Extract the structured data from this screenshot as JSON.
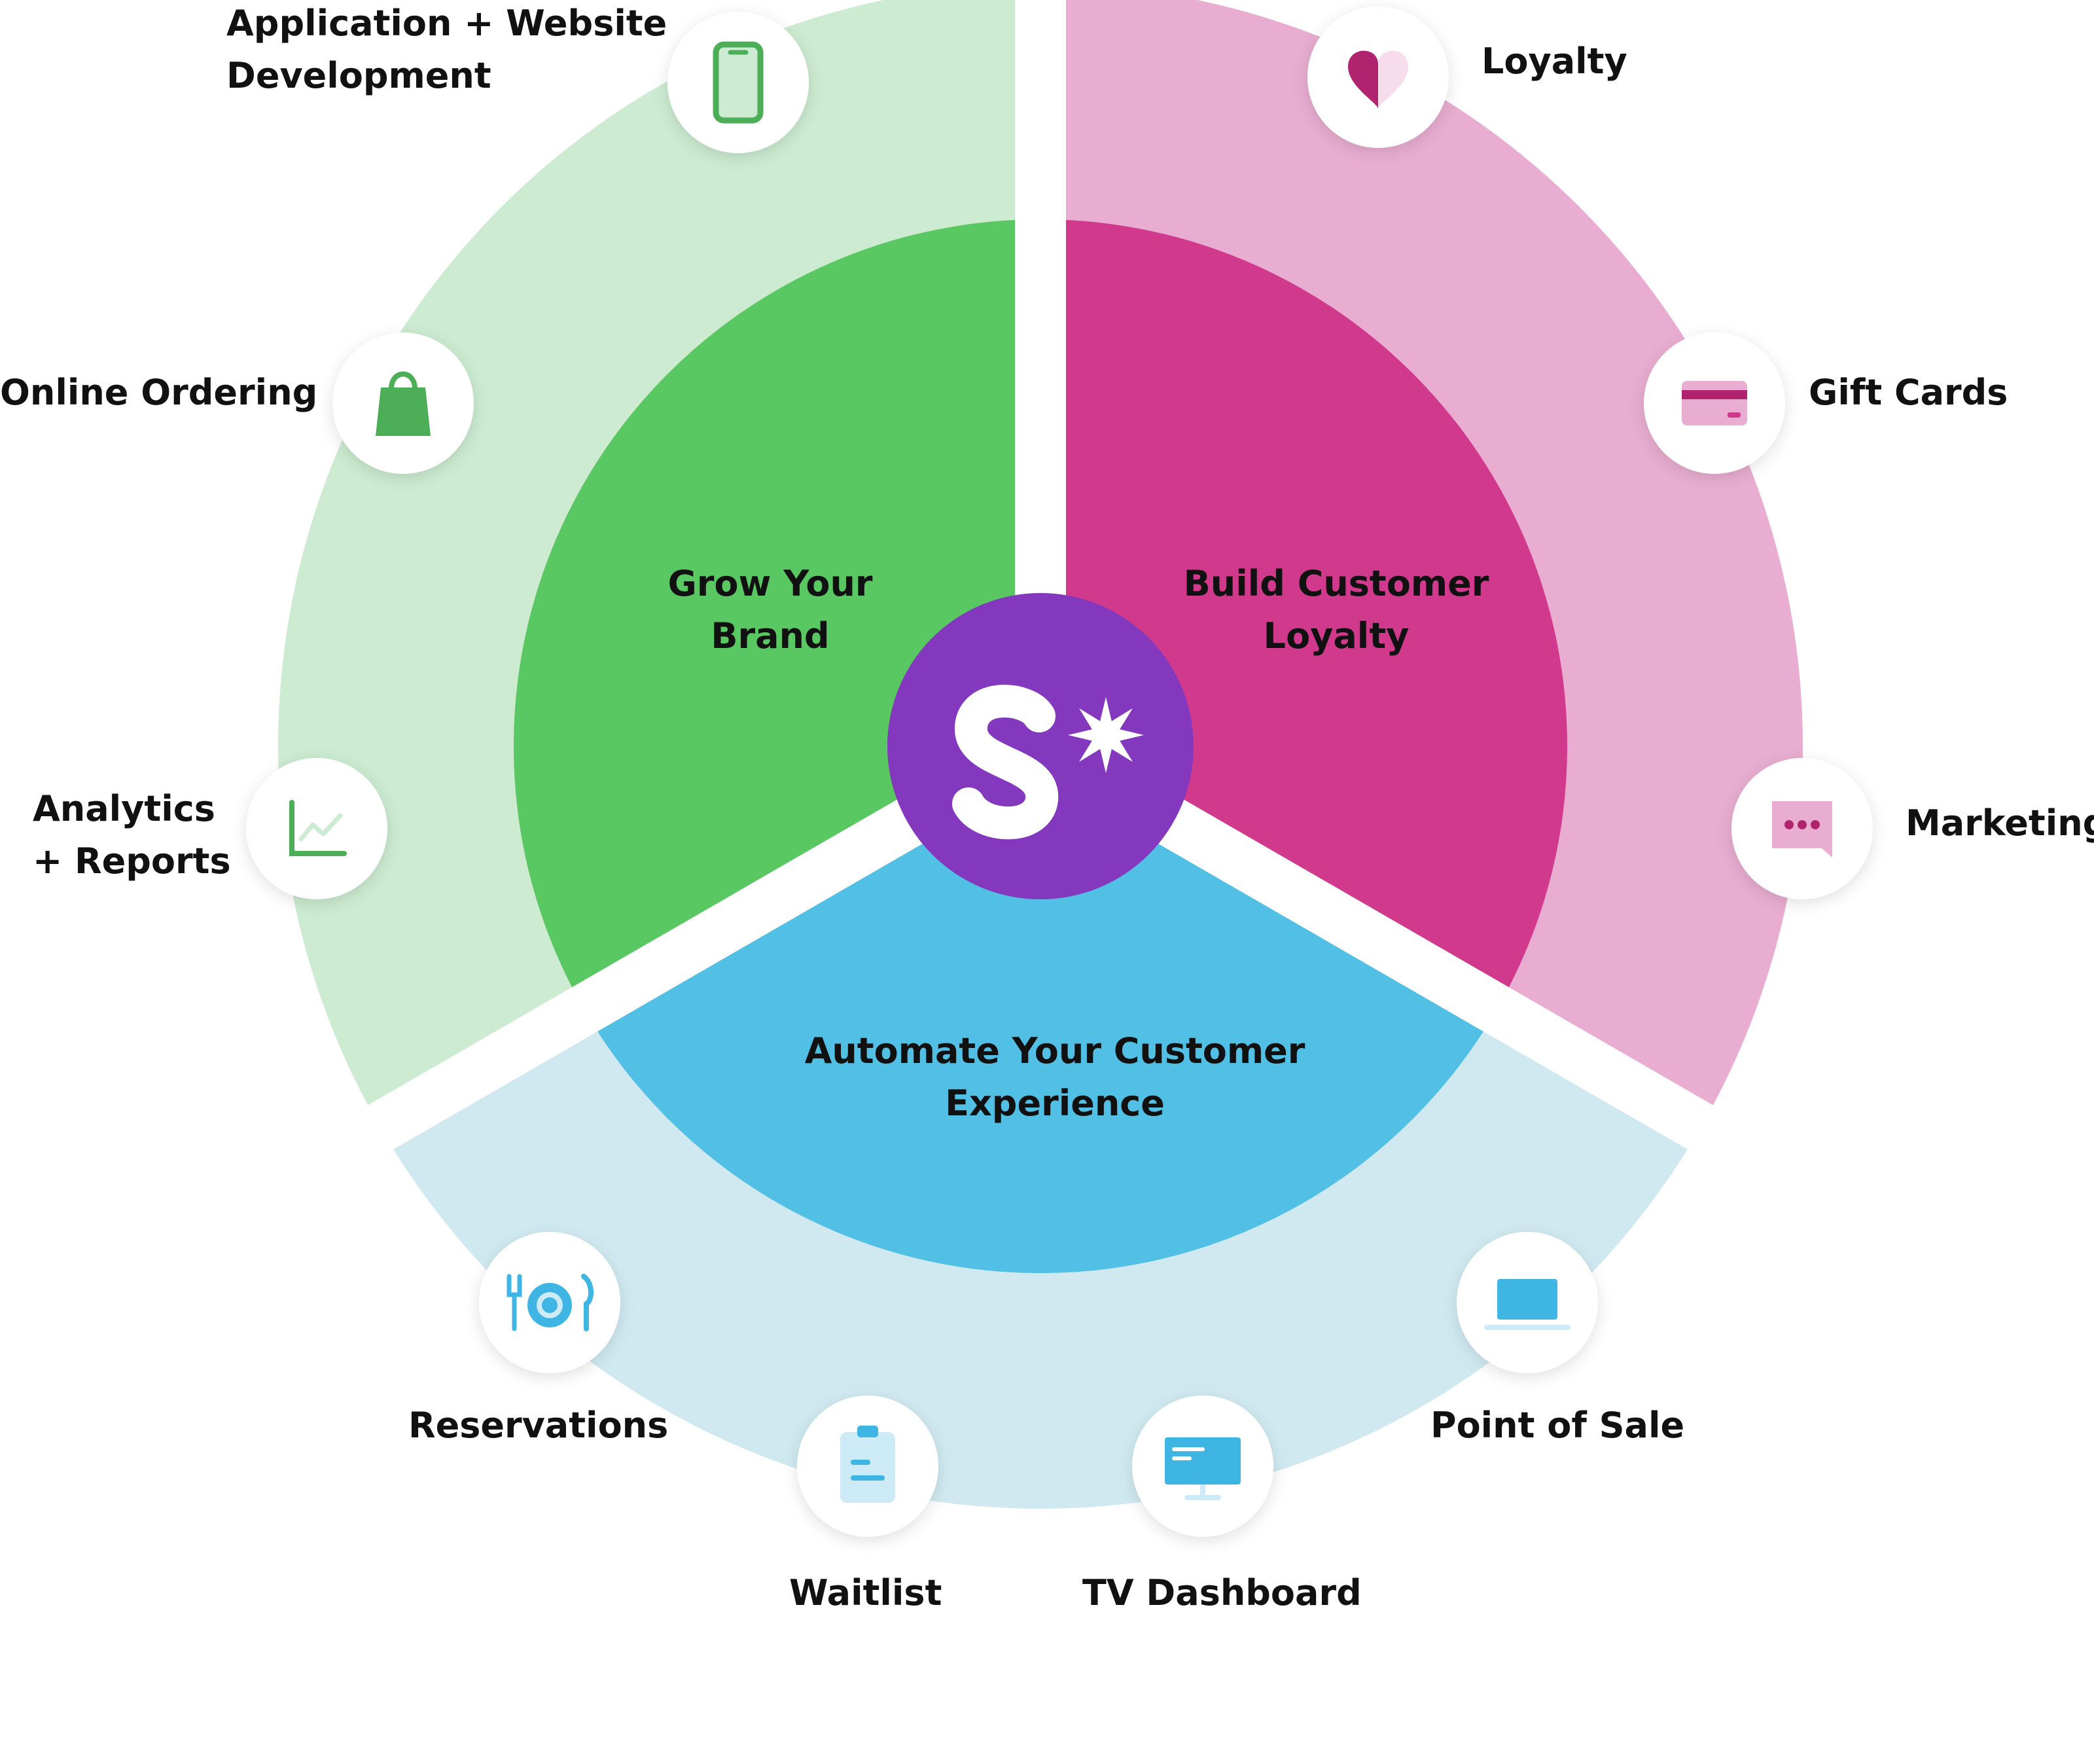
{
  "center": {
    "logo_icon": "sauce-star-logo",
    "color": "#8338BE"
  },
  "segments": [
    {
      "id": "grow",
      "title_lines": [
        "Grow Your",
        "Brand"
      ],
      "inner_color": "#5AC862",
      "outer_color": "#CCEBD0",
      "icon_color": "#4CAF58",
      "icon_light": "#CDEBD2",
      "items": [
        {
          "label_lines": [
            "Application + Website",
            "Development"
          ],
          "icon": "smartphone-icon"
        },
        {
          "label_lines": [
            "Online Ordering"
          ],
          "icon": "shopping-bag-icon"
        },
        {
          "label_lines": [
            "Analytics",
            "+ Reports"
          ],
          "icon": "line-chart-icon"
        }
      ]
    },
    {
      "id": "loyalty",
      "title_lines": [
        "Build Customer",
        "Loyalty"
      ],
      "inner_color": "#D13A8C",
      "outer_color": "#E8ADD0",
      "icon_color": "#B0246F",
      "icon_light": "#F7DDEB",
      "items": [
        {
          "label_lines": [
            "Loyalty"
          ],
          "icon": "heart-icon"
        },
        {
          "label_lines": [
            "Gift Cards"
          ],
          "icon": "gift-card-icon"
        },
        {
          "label_lines": [
            "Marketing"
          ],
          "icon": "chat-bubble-icon"
        }
      ]
    },
    {
      "id": "automate",
      "title_lines": [
        "Automate Your Customer",
        "Experience"
      ],
      "inner_color": "#52BFE5",
      "outer_color": "#D0E9F0",
      "icon_color": "#3FB5E4",
      "icon_light": "#CDEBF6",
      "items": [
        {
          "label_lines": [
            "Reservations"
          ],
          "icon": "plate-cutlery-icon"
        },
        {
          "label_lines": [
            "Waitlist"
          ],
          "icon": "clipboard-icon"
        },
        {
          "label_lines": [
            "TV Dashboard"
          ],
          "icon": "tv-monitor-icon"
        },
        {
          "label_lines": [
            "Point of Sale"
          ],
          "icon": "laptop-icon"
        }
      ]
    }
  ]
}
